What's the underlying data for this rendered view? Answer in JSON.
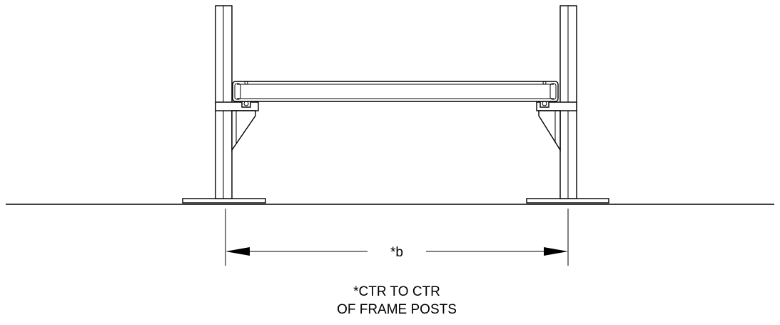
{
  "dimension": {
    "label": "*b"
  },
  "note": {
    "line1": "*CTR TO CTR",
    "line2": "OF FRAME POSTS"
  }
}
